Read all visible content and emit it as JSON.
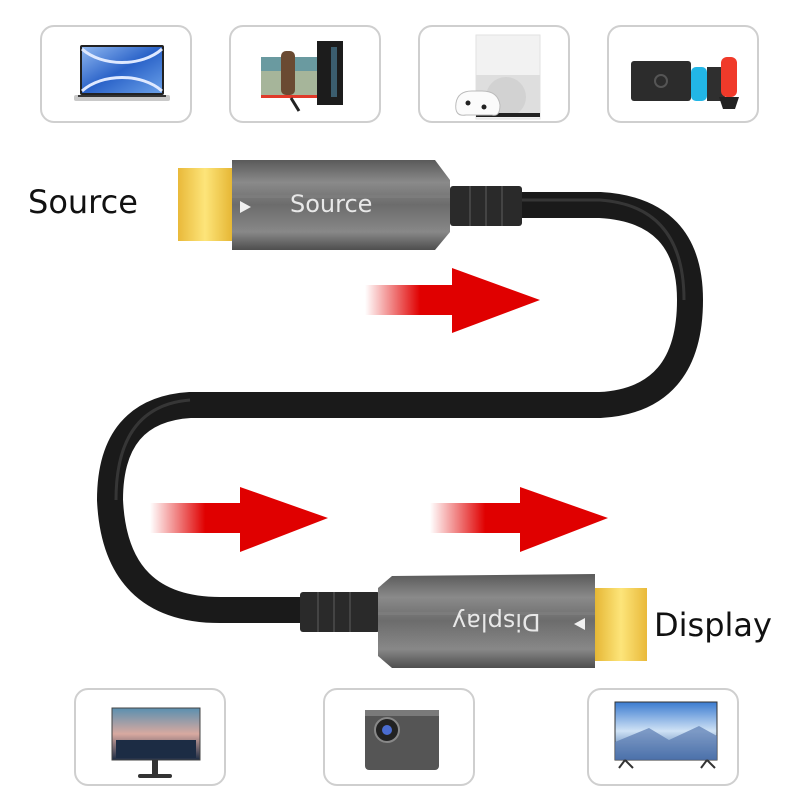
{
  "diagram": {
    "title": "HDMI fiber optic cable direction diagram",
    "labels": {
      "source": "Source",
      "display": "Display"
    },
    "connectors": {
      "source_connector_text": "Source",
      "display_connector_text": "Display"
    },
    "source_devices": [
      {
        "name": "Laptop",
        "icon": "laptop-icon"
      },
      {
        "name": "Gaming PC",
        "icon": "gaming-pc-icon"
      },
      {
        "name": "Xbox console",
        "icon": "game-console-icon"
      },
      {
        "name": "Nintendo Switch",
        "icon": "handheld-console-icon"
      }
    ],
    "display_devices": [
      {
        "name": "Monitor",
        "icon": "monitor-icon"
      },
      {
        "name": "Projector",
        "icon": "projector-icon"
      },
      {
        "name": "TV",
        "icon": "tv-icon"
      }
    ],
    "arrows": {
      "count": 3,
      "direction": "right",
      "color": "#e00000"
    },
    "colors": {
      "cable": "#1a1a1a",
      "connector_body": "#6e6e6e",
      "plug_gold": "#f5cf3a",
      "card_border": "#cfcfcf"
    }
  }
}
